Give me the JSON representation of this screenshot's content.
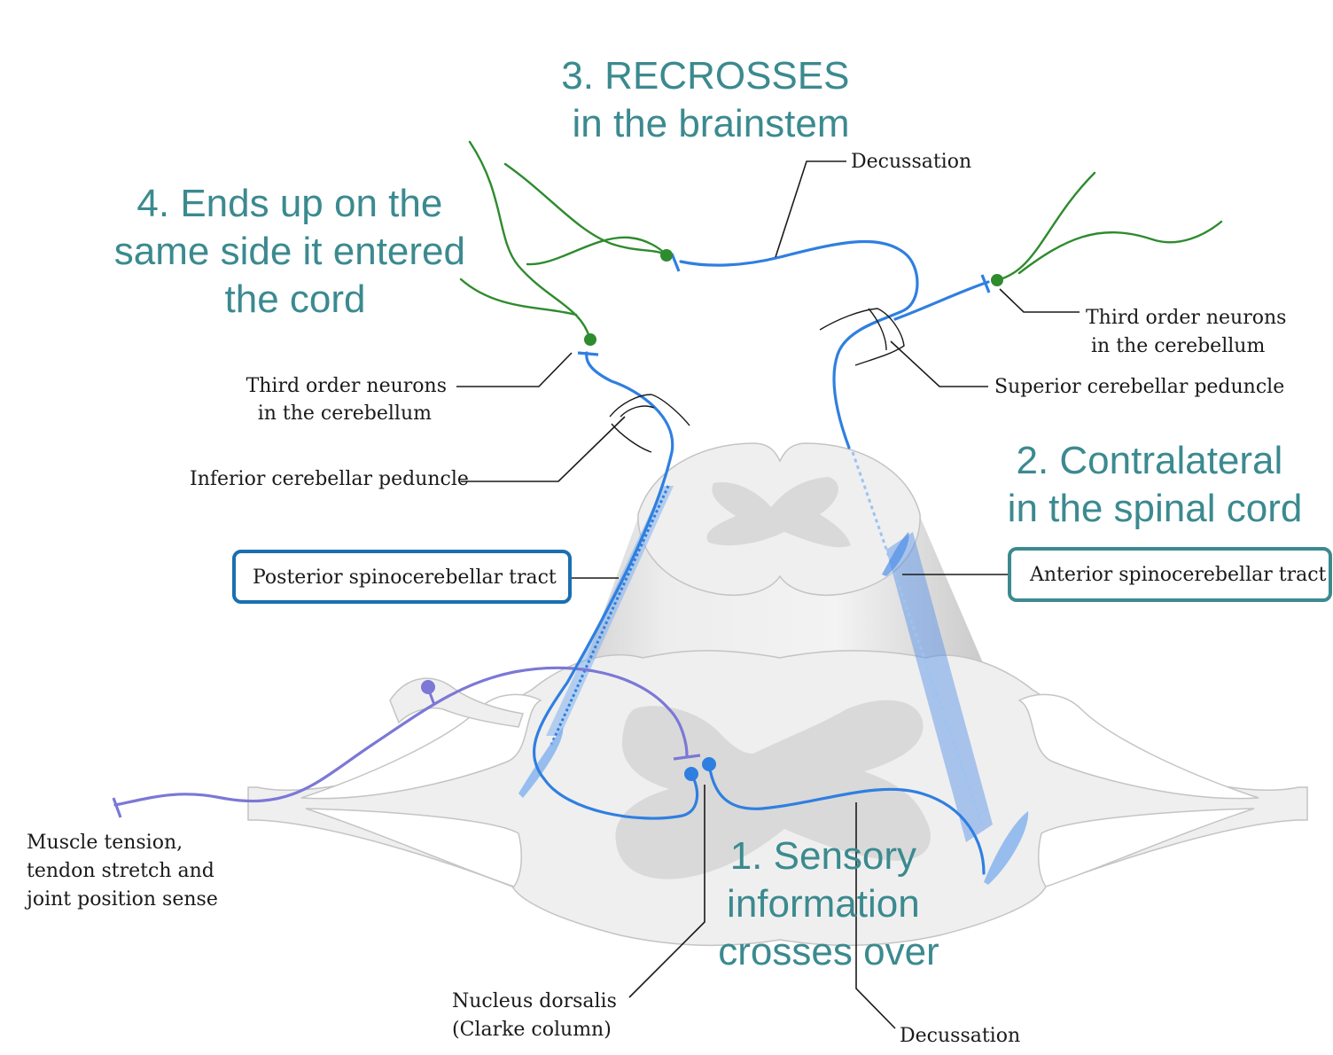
{
  "colors": {
    "teal": "#3b8a8f",
    "blue_neuron": "#2f7fe0",
    "green_neuron": "#2e8b2e",
    "purple_neuron": "#7b78d6",
    "box_posterior": "#1a6fb0",
    "box_anterior": "#3b8a8f"
  },
  "headings": {
    "recrosses": [
      "3. RECROSSES",
      "in the brainstem"
    ],
    "same_side": [
      "4. Ends up on the",
      "same side it entered",
      "the cord"
    ],
    "contralateral": [
      "2. Contralateral",
      "in the spinal cord"
    ],
    "sensory": [
      "1. Sensory",
      "information",
      "crosses over"
    ]
  },
  "labels": {
    "decussation_top": "Decussation",
    "third_order_left": [
      "Third order neurons",
      "in the cerebellum"
    ],
    "third_order_right": [
      "Third order neurons",
      "in the cerebellum"
    ],
    "superior_peduncle": "Superior cerebellar peduncle",
    "inferior_peduncle": "Inferior cerebellar peduncle",
    "posterior_tract": "Posterior spinocerebellar tract",
    "anterior_tract": "Anterior spinocerebellar tract",
    "muscle_sense": [
      "Muscle tension,",
      "tendon stretch and",
      "joint position sense"
    ],
    "nucleus_dorsalis": [
      "Nucleus dorsalis",
      "(Clarke column)"
    ],
    "decussation_bottom": "Decussation"
  }
}
